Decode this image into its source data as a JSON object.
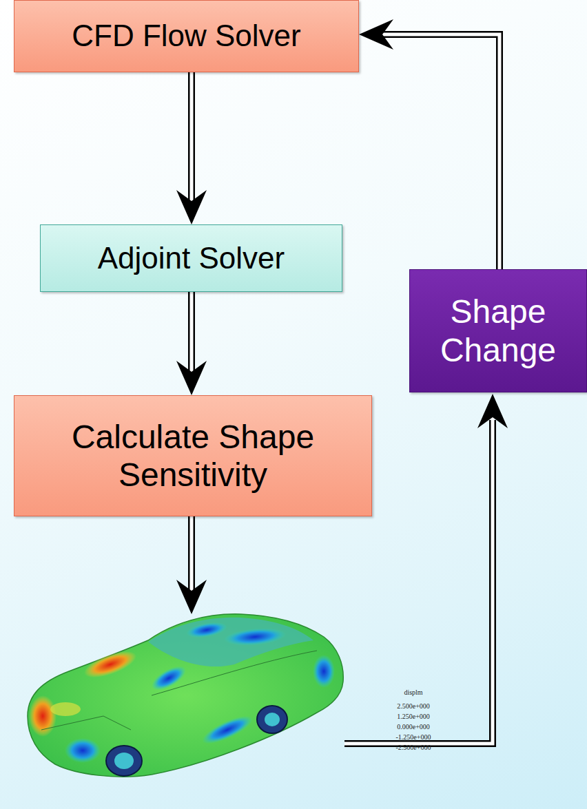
{
  "diagram": {
    "nodes": [
      {
        "text": [
          "CFD Flow Solver"
        ]
      },
      {
        "text": [
          "Adjoint Solver"
        ]
      },
      {
        "text": [
          "Calculate Shape Sensitivity"
        ]
      },
      {
        "text": [
          "Shape Change"
        ]
      }
    ],
    "edges": [
      {
        "from": 0,
        "to": 1,
        "arrow": "to"
      },
      {
        "from": 1,
        "to": 2,
        "arrow": "to"
      },
      {
        "from": 3,
        "to": 0,
        "arrow": "to"
      }
    ],
    "labels": [
      "displm",
      "2.500e+000",
      "1.250e+000",
      "0.000e+000",
      "-1.250e+000",
      "-2.500e+000"
    ]
  }
}
